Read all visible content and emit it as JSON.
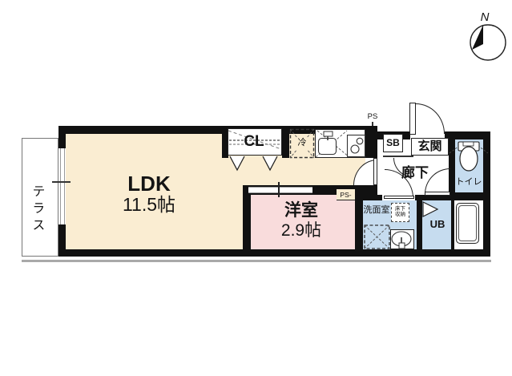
{
  "compass": {
    "north_label": "N"
  },
  "colors": {
    "wall": "#111111",
    "ldk_floor": "#faedd2",
    "bedroom_floor": "#f9dcdc",
    "wet_area_floor": "#c6dcef",
    "background": "#ffffff"
  },
  "rooms": {
    "terrace": "テラス",
    "ldk_name": "LDK",
    "ldk_size": "11.5帖",
    "bedroom_name": "洋室",
    "bedroom_size": "2.9帖",
    "closet": "CL",
    "refrigerator": "冷",
    "entrance": "玄関",
    "hallway": "廊下",
    "toilet": "トイレ",
    "washroom": "洗面室",
    "underfloor_storage_line1": "床下",
    "underfloor_storage_line2": "収納",
    "unit_bath": "UB",
    "shoe_box": "SB",
    "pipe_space_top": "PS",
    "pipe_space_bedroom": "PS-"
  }
}
